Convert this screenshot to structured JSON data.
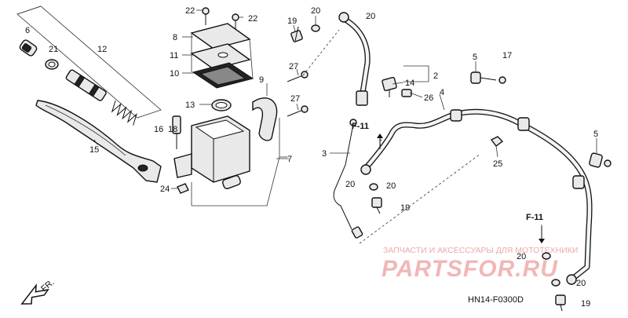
{
  "diagram": {
    "callouts": {
      "c22a": "22",
      "c22b": "22",
      "c6": "6",
      "c19a": "19",
      "c20a": "20",
      "c20b": "20",
      "c21": "21",
      "c12": "12",
      "c8": "8",
      "c11": "11",
      "c10": "10",
      "c27a": "27",
      "c2": "2",
      "c5a": "5",
      "c17": "17",
      "c14": "14",
      "c26": "26",
      "c4": "4",
      "c9": "9",
      "c13": "13",
      "c27b": "27",
      "c16": "16",
      "c18": "18",
      "c15": "15",
      "c7": "7",
      "c24": "24",
      "c3": "3",
      "c25": "25",
      "c5b": "5",
      "c20c": "20",
      "c20d": "20",
      "c19b": "19",
      "c20e": "20",
      "c20f": "20",
      "c19c": "19"
    },
    "ref_f11_a": "F-11",
    "ref_f11_b": "F-11",
    "front_marker": "FR.",
    "diagram_code": "HN14-F0300D"
  },
  "watermark": {
    "caption": "ЗАПЧАСТИ И АКСЕССУАРЫ ДЛЯ МОТОТЕХНИКИ",
    "logo_text": "PARTSFOR.RU",
    "color": "#f2b7b7"
  }
}
